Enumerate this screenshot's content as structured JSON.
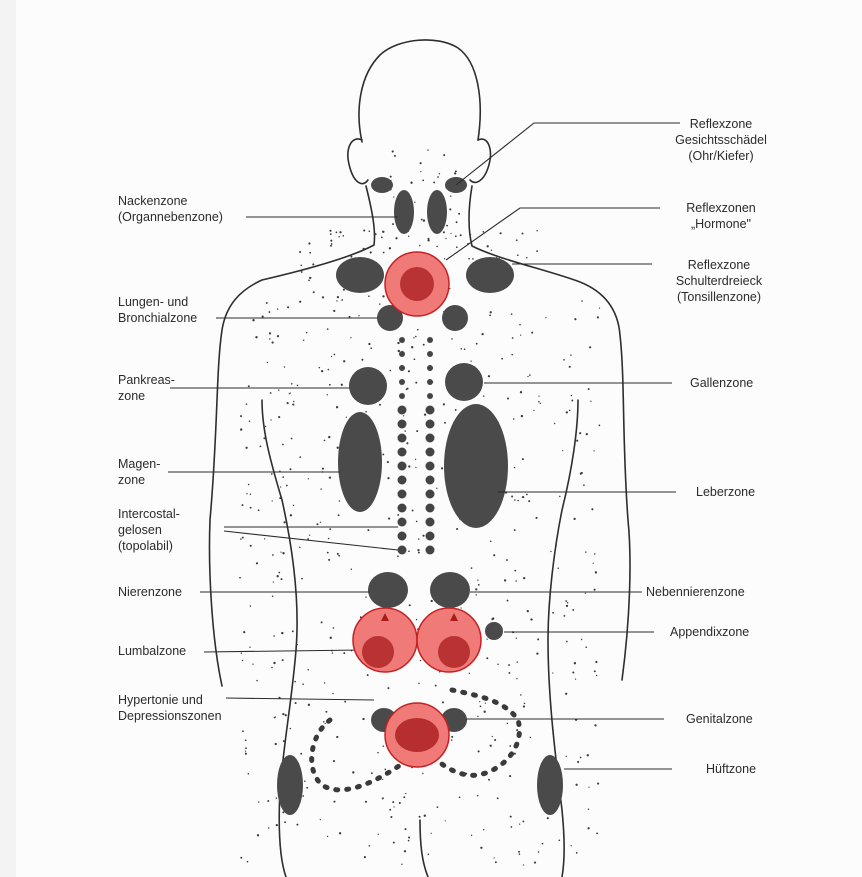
{
  "labels_left": {
    "nacken": "Nackenzone\n(Organnebenzone)",
    "lungen": "Lungen- und\nBronchialzone",
    "pankreas": "Pankreas-\nzone",
    "magen": "Magen-\nzone",
    "intercostal": "Intercostal-\ngelosen\n(topolabil)",
    "nieren": "Nierenzone",
    "lumbal": "Lumbalzone",
    "hypertonie": "Hypertonie und\nDepressionszonen"
  },
  "labels_right": {
    "gesicht": "Reflexzone\nGesichtsschädel\n(Ohr/Kiefer)",
    "hormone": "Reflexzonen\n„Hormone\"",
    "schulter": "Reflexzone\nSchulterdreieck\n(Tonsillenzone)",
    "gallen": "Gallenzone",
    "leber": "Leberzone",
    "nebennieren": "Nebennierenzone",
    "appendix": "Appendixzone",
    "genital": "Genitalzone",
    "hueft": "Hüftzone"
  },
  "colors": {
    "ink": "#2b2b2b",
    "zone": "#4a4a4a",
    "highlight_fill": "#f07a78",
    "highlight_stroke": "#c42222",
    "highlight_core": "#a81c1c"
  }
}
